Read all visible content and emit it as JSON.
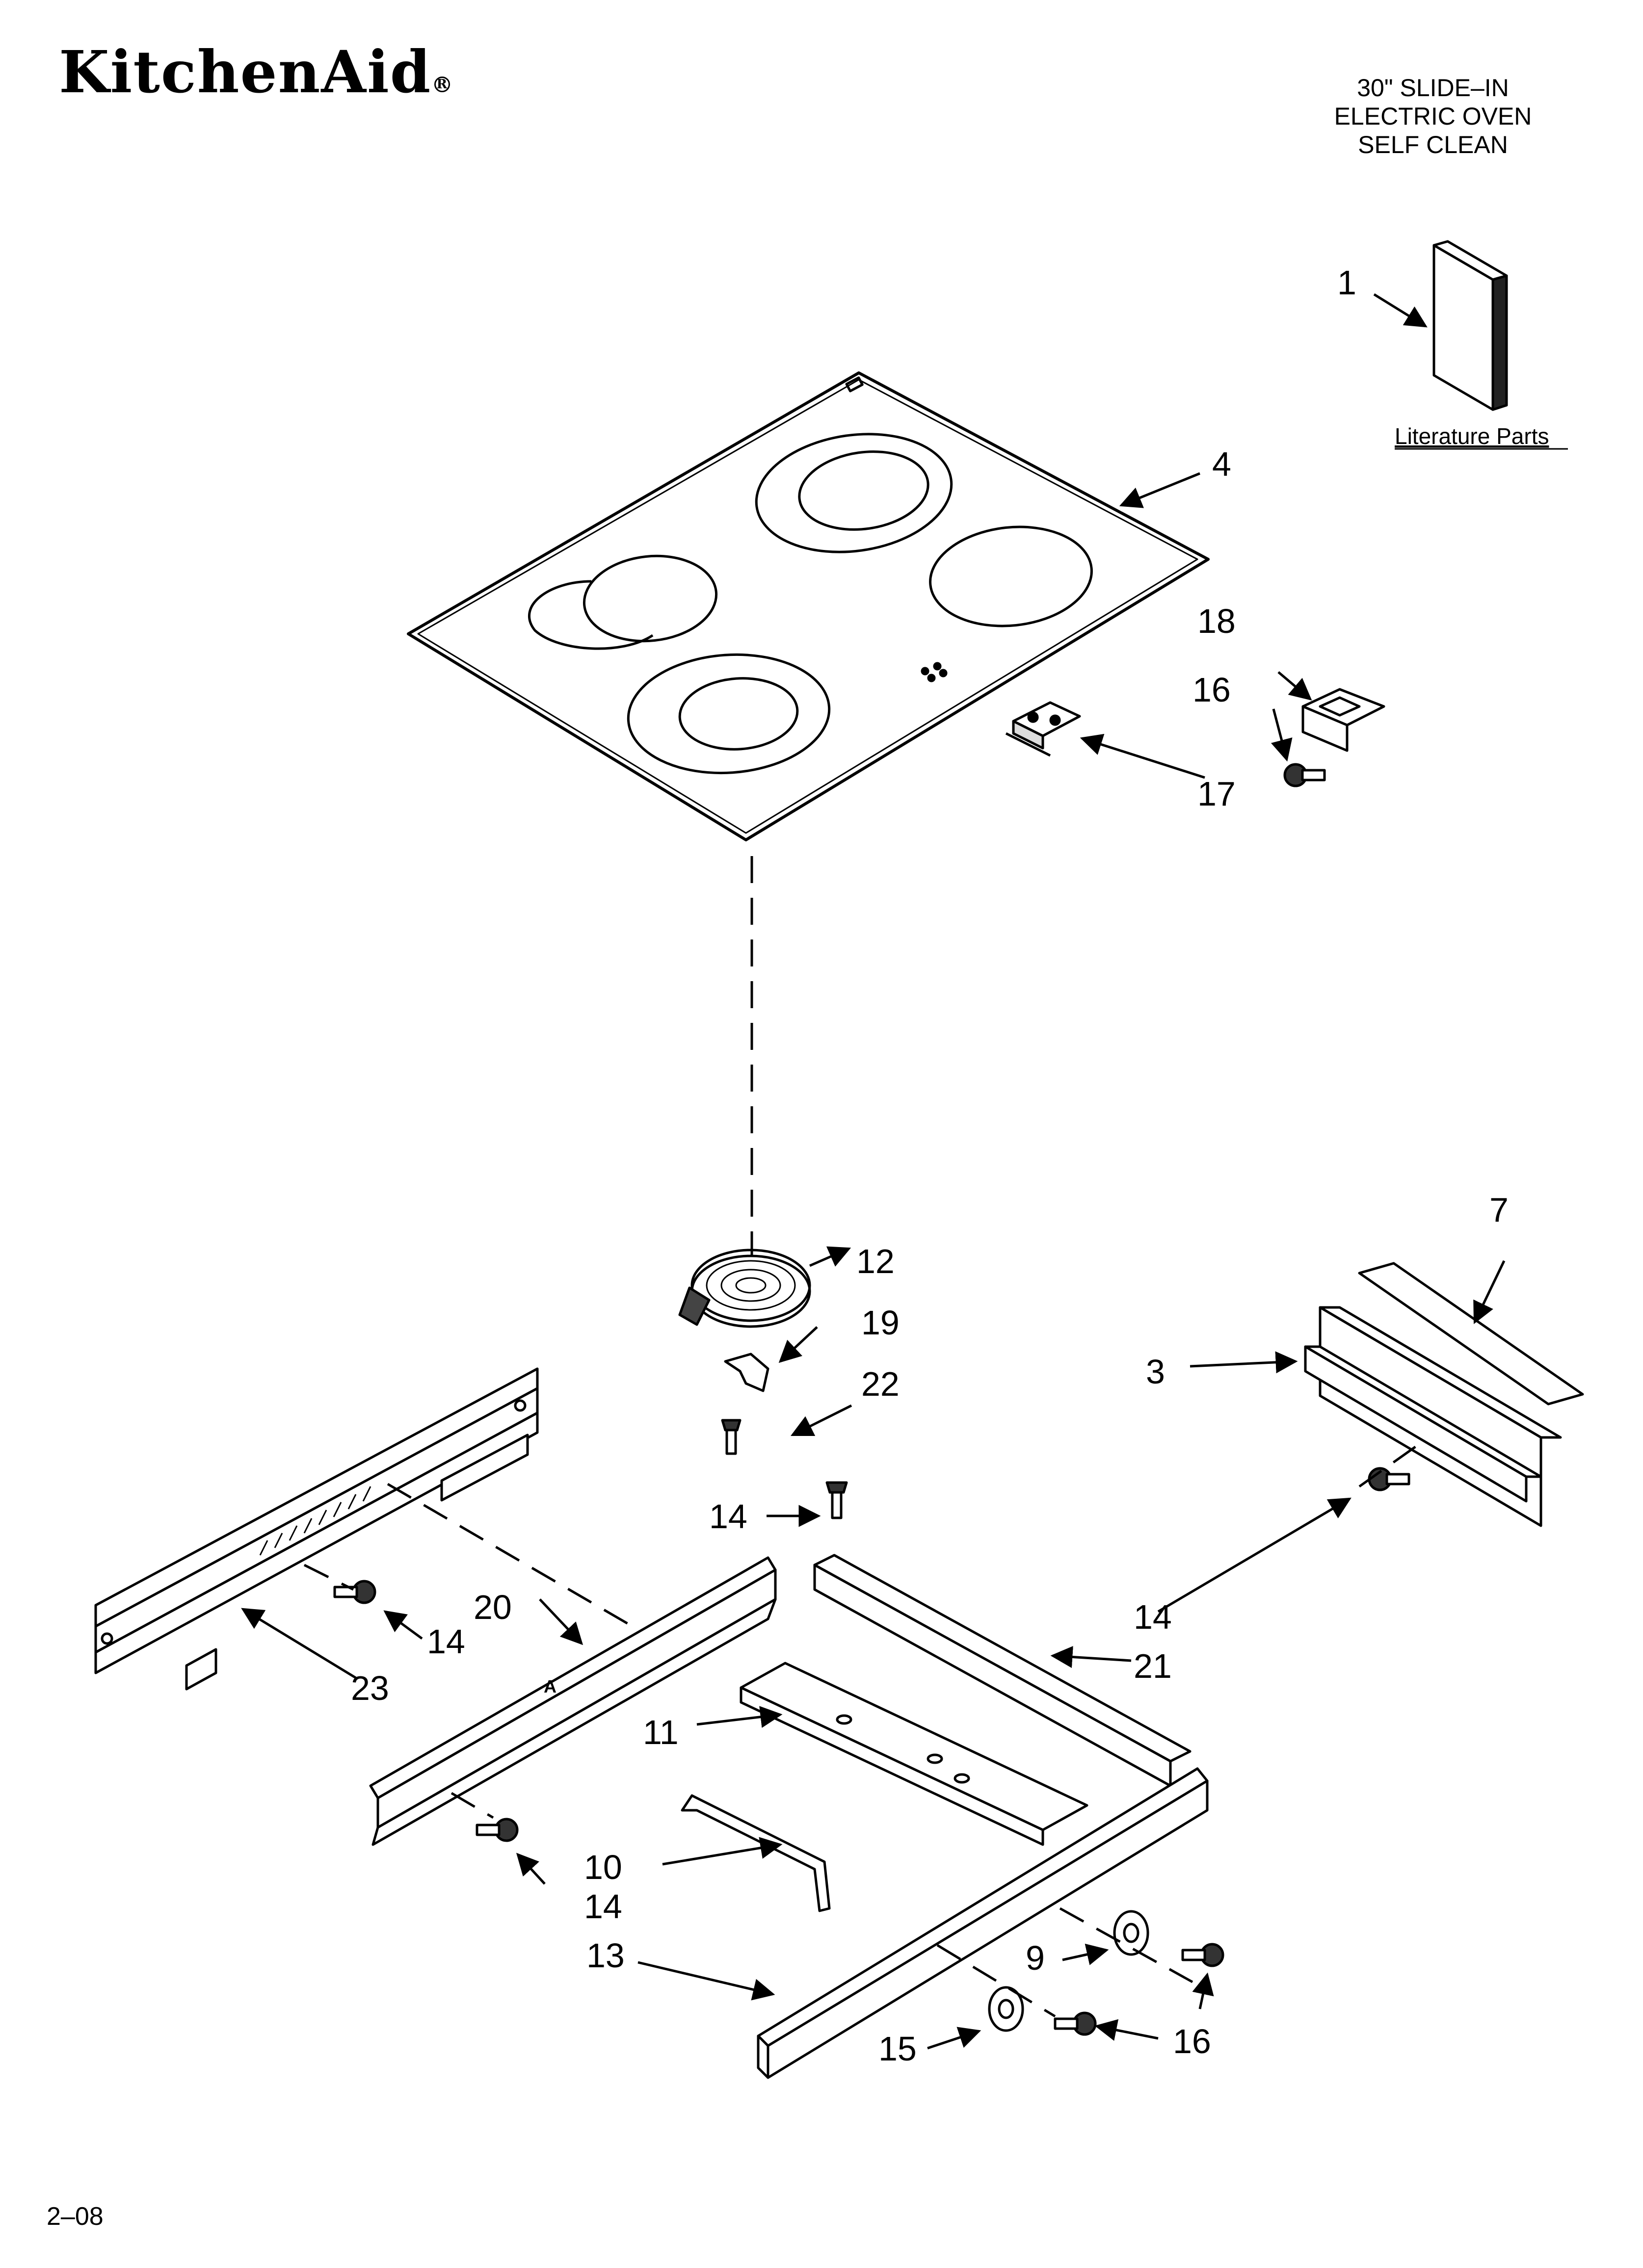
{
  "brand": "KitchenAid",
  "brand_mark": "R",
  "title_lines": [
    "30\" SLIDE–IN",
    "ELECTRIC OVEN",
    "SELF CLEAN"
  ],
  "literature_label": "Literature Parts",
  "footer_code": "2–08",
  "callouts": {
    "c1": "1",
    "c3": "3",
    "c4": "4",
    "c7": "7",
    "c9": "9",
    "c10": "10",
    "c11": "11",
    "c12": "12",
    "c13": "13",
    "c14a": "14",
    "c14b": "14",
    "c14c": "14",
    "c14d": "14",
    "c15": "15",
    "c16a": "16",
    "c16b": "16",
    "c17": "17",
    "c18": "18",
    "c19": "19",
    "c20": "20",
    "c21": "21",
    "c22": "22",
    "c23": "23"
  }
}
